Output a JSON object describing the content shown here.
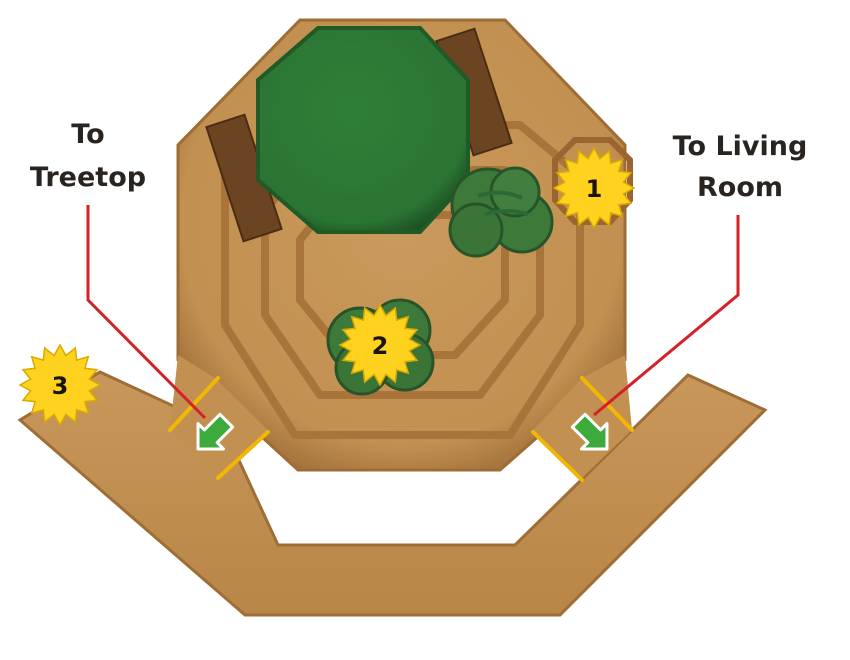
{
  "labels": {
    "treetop_line1": "To",
    "treetop_line2": "Treetop",
    "living_line1": "To Living",
    "living_line2": "Room"
  },
  "markers": [
    {
      "id": "1",
      "label": "1"
    },
    {
      "id": "2",
      "label": "2"
    },
    {
      "id": "3",
      "label": "3"
    }
  ],
  "colors": {
    "floor": "#c49558",
    "floor_shadow": "#9b6a34",
    "ring": "#a8743a",
    "tree": "#2f7d38",
    "tree_dark": "#1f5a27",
    "bench": "#6b4421",
    "bush": "#3d7a3a",
    "bush_dark": "#28542a",
    "marker": "#ffd21f",
    "arrow": "#3cab3b",
    "pointer_line": "#d42028",
    "door": "#f2b705"
  },
  "icons": [
    "green-arrow-icon",
    "starburst-marker-icon",
    "tree-canopy-icon",
    "bush-icon",
    "bench-icon"
  ]
}
